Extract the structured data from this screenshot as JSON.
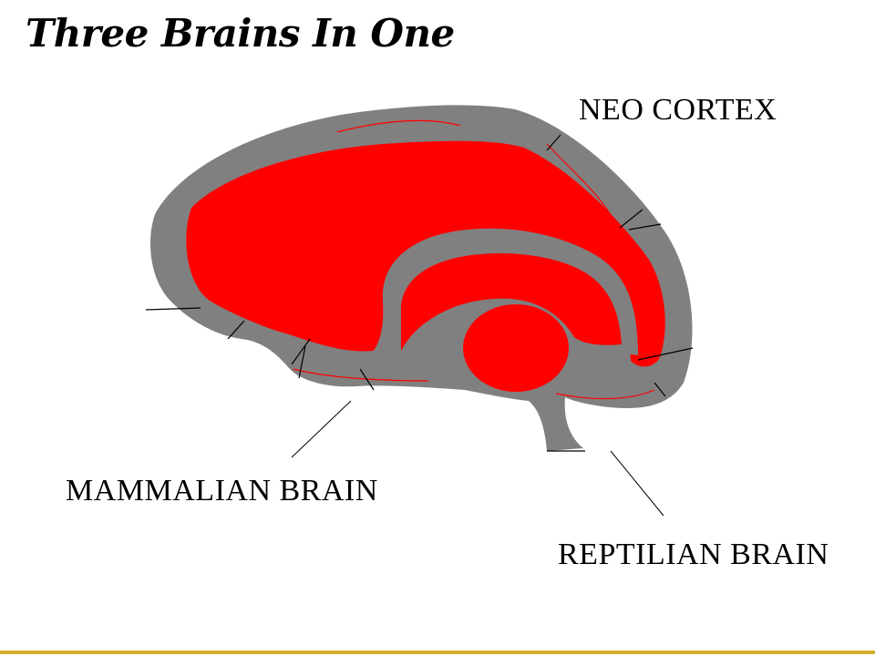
{
  "slide": {
    "title": "Three Brains In One",
    "labels": {
      "neo_cortex": "NEO CORTEX",
      "mammalian_brain": "MAMMALIAN BRAIN",
      "reptilian_brain": "REPTILIAN BRAIN"
    }
  },
  "colors": {
    "background": "#ffffff",
    "outer_layer": "#808080",
    "inner_fill": "#ff0000",
    "text": "#000000",
    "footer_accent": "#d6b02a"
  }
}
